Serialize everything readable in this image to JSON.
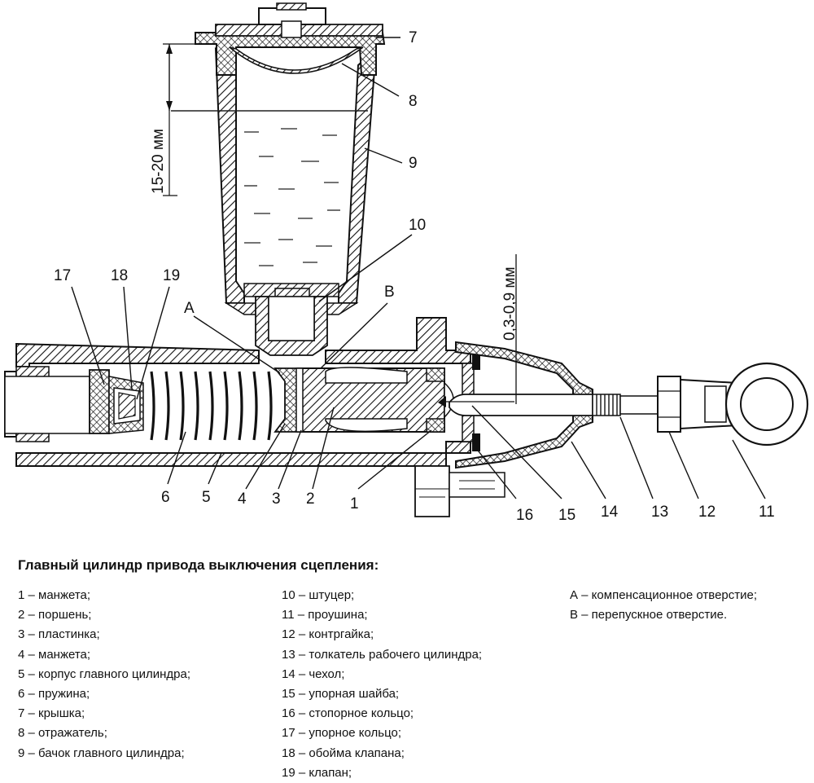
{
  "diagram": {
    "part_numbers": [
      "1",
      "2",
      "3",
      "4",
      "5",
      "6",
      "7",
      "8",
      "9",
      "10",
      "11",
      "12",
      "13",
      "14",
      "15",
      "16",
      "17",
      "18",
      "19"
    ],
    "letter_a": "A",
    "letter_b": "B",
    "dim_level": "15-20 мм",
    "dim_gap": "0,3-0,9 мм"
  },
  "caption": {
    "title": "Главный цилиндр привода выключения сцепления:",
    "legend_col1": [
      "1 – манжета;",
      "2 – поршень;",
      "3 – пластинка;",
      "4 – манжета;",
      "5 – корпус главного цилиндра;",
      "6 – пружина;",
      "7 – крышка;",
      "8 – отражатель;",
      "9 – бачок главного цилиндра;"
    ],
    "legend_col2": [
      "10 – штуцер;",
      "11 – проушина;",
      "12 – контргайка;",
      "13 – толкатель рабочего цилиндра;",
      "14 – чехол;",
      "15 – упорная шайба;",
      "16 – стопорное кольцо;",
      "17 – упорное кольцо;",
      "18 – обойма клапана;",
      "19 – клапан;"
    ],
    "legend_col3": [
      "А – компенсационное отверстие;",
      "В – перепускное отверстие."
    ]
  }
}
